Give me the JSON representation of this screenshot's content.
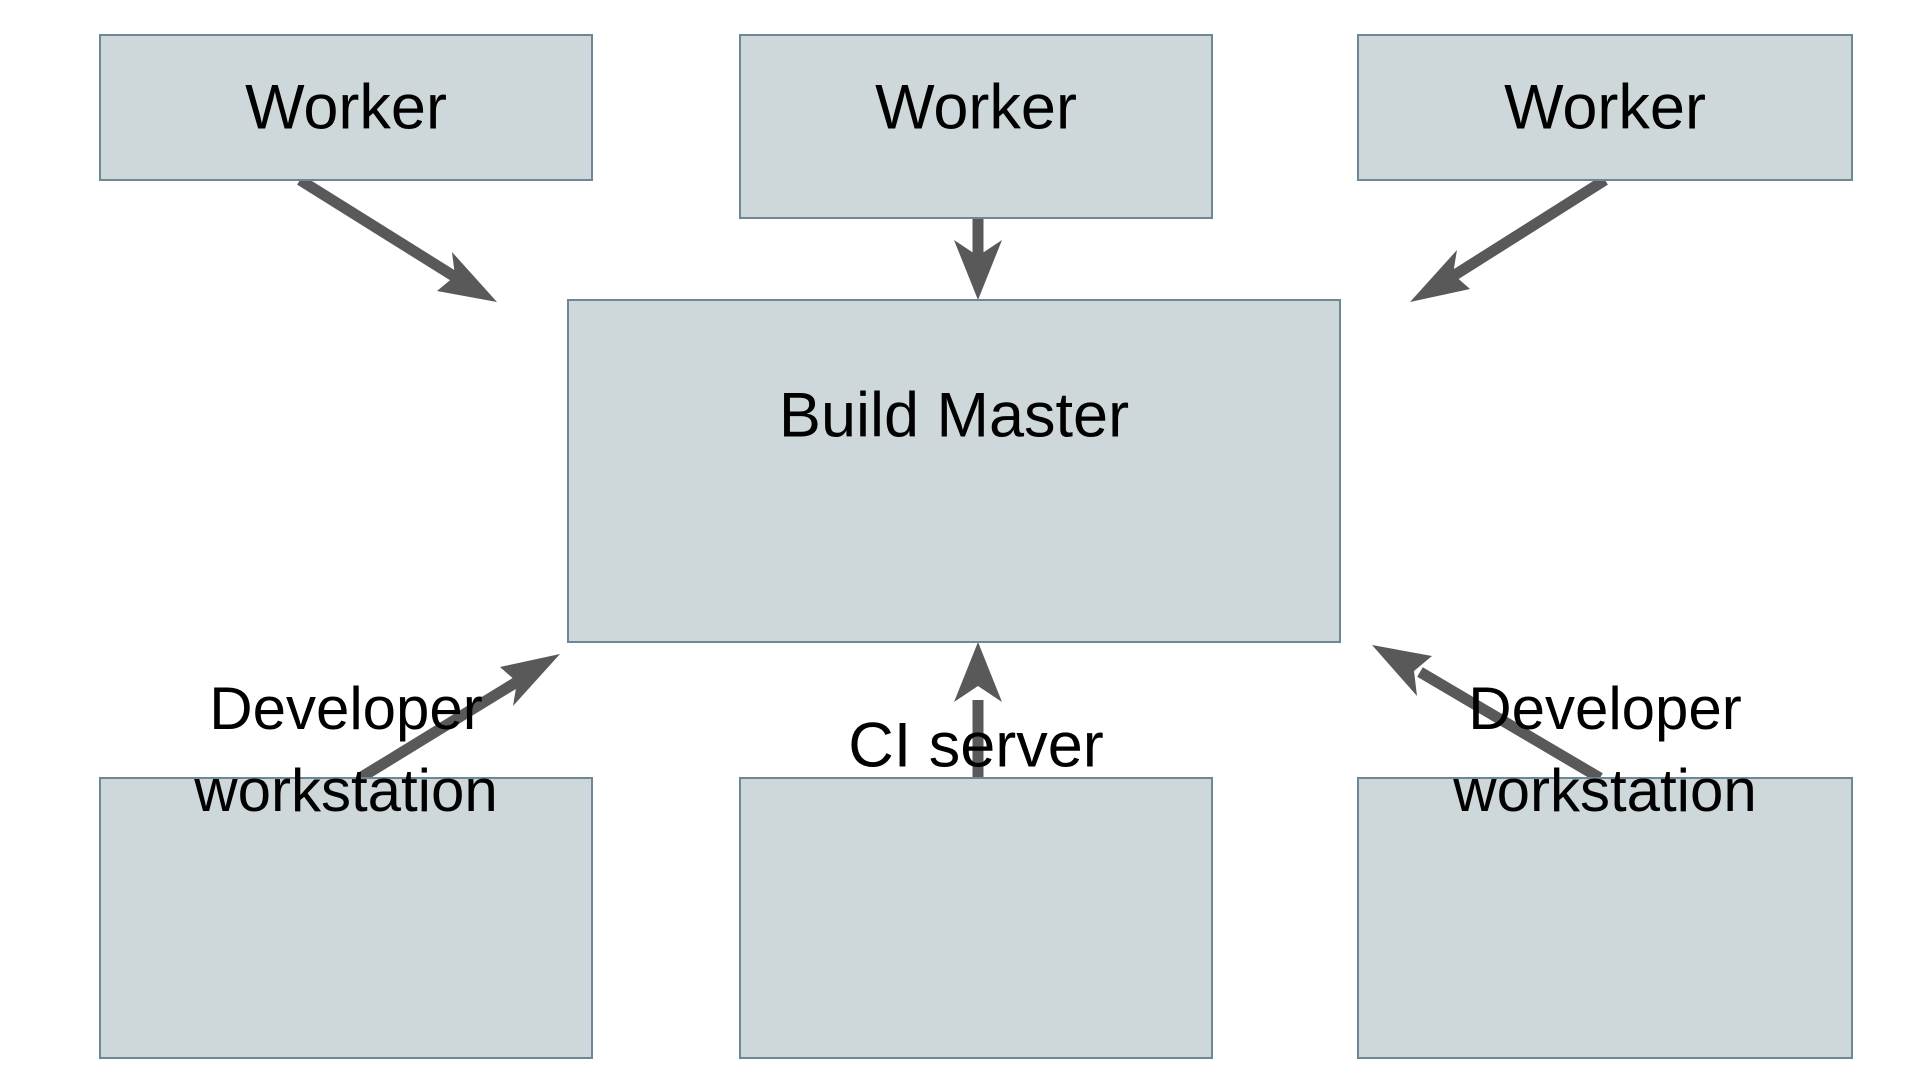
{
  "diagram": {
    "type": "block-architecture",
    "title": "Build Master distributed build architecture",
    "background_color": "#ffffff",
    "node_fill_color": "#ced7da",
    "node_border_color": "#6d8796",
    "edge_color": "#595959",
    "text_color": "#000000",
    "nodes": [
      {
        "id": "worker-left",
        "label": "Worker",
        "label_line1": "Worker",
        "label_line2": ""
      },
      {
        "id": "worker-center",
        "label": "Worker",
        "label_line1": "Worker",
        "label_line2": ""
      },
      {
        "id": "worker-right",
        "label": "Worker",
        "label_line1": "Worker",
        "label_line2": ""
      },
      {
        "id": "build-master",
        "label": "Build Master",
        "label_line1": "Build Master",
        "label_line2": ""
      },
      {
        "id": "dev-left",
        "label": "Developer workstation",
        "label_line1": "Developer",
        "label_line2": "workstation"
      },
      {
        "id": "ci-server",
        "label": "CI server",
        "label_line1": "CI server",
        "label_line2": ""
      },
      {
        "id": "dev-right",
        "label": "Developer workstation",
        "label_line1": "Developer",
        "label_line2": "workstation"
      }
    ],
    "edges": [
      {
        "id": "edge-worker-left-to-master",
        "from": "worker-left",
        "to": "build-master",
        "direction": "to-master"
      },
      {
        "id": "edge-worker-center-to-master",
        "from": "worker-center",
        "to": "build-master",
        "direction": "to-master"
      },
      {
        "id": "edge-worker-right-to-master",
        "from": "worker-right",
        "to": "build-master",
        "direction": "to-master"
      },
      {
        "id": "edge-dev-left-to-master",
        "from": "dev-left",
        "to": "build-master",
        "direction": "to-master"
      },
      {
        "id": "edge-ci-server-to-master",
        "from": "ci-server",
        "to": "build-master",
        "direction": "to-master"
      },
      {
        "id": "edge-dev-right-to-master",
        "from": "dev-right",
        "to": "build-master",
        "direction": "to-master"
      }
    ]
  }
}
